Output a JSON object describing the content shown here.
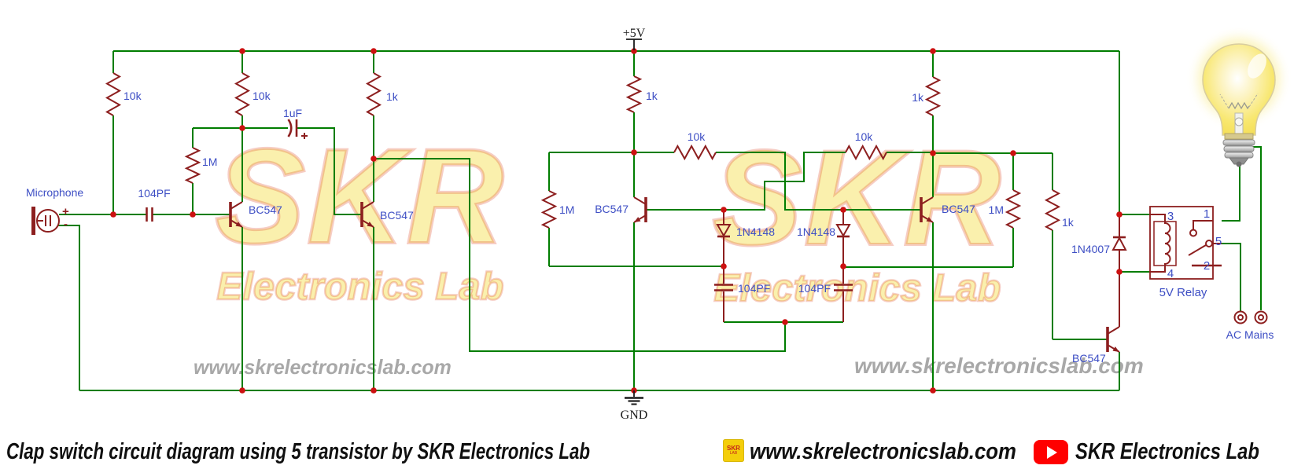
{
  "schematic": {
    "power": {
      "vcc": "+5V",
      "gnd": "GND"
    },
    "microphone": {
      "name": "Microphone",
      "plus": "+",
      "minus": "-"
    },
    "labels": {
      "r1": "10k",
      "r2": "10k",
      "r3": "1M",
      "c1": "104PF",
      "c2": "1uF",
      "q1": "BC547",
      "r4": "1k",
      "q2": "BC547",
      "r5": "1k",
      "r6": "1M",
      "q3": "BC547",
      "r7": "10k",
      "d1": "1N4148",
      "c3": "104PF",
      "d2": "1N4148",
      "c4": "104PF",
      "r8": "10k",
      "r9": "1k",
      "q4": "BC547",
      "r10": "1M",
      "r11": "1k",
      "d3": "1N4007",
      "q5": "BC547"
    },
    "relay": {
      "pin1": "1",
      "pin2": "2",
      "pin3": "3",
      "pin4": "4",
      "pin5": "5",
      "name": "5V Relay"
    },
    "ac_mains_label": "AC Mains"
  },
  "watermark": {
    "brand": "SKR",
    "brand_sub": "Electronics Lab",
    "url": "www.skrelectronicslab.com"
  },
  "footer": {
    "caption": "Clap switch circuit diagram using 5 transistor by SKR Electronics Lab",
    "logo_text": "SKR",
    "logo_sub": "LAB",
    "website": "www.skrelectronicslab.com",
    "channel": "SKR Electronics Lab",
    "website_icon": "skr-logo-icon",
    "channel_icon": "youtube-play-icon"
  },
  "colors": {
    "wire_green": "#007D00",
    "component_red": "#8D1F1F",
    "junction_red": "#CC1111",
    "label_blue": "#3D4EC4",
    "text_black": "#1A1A1A",
    "url_gray": "#A8A8A8",
    "youtube_red": "#FF0000",
    "logo_yellow": "#F4CE0A",
    "watermark_yellow": "#F6E46A",
    "watermark_outline": "#E05A3A",
    "bulb_yellow": "#F6E45E"
  }
}
